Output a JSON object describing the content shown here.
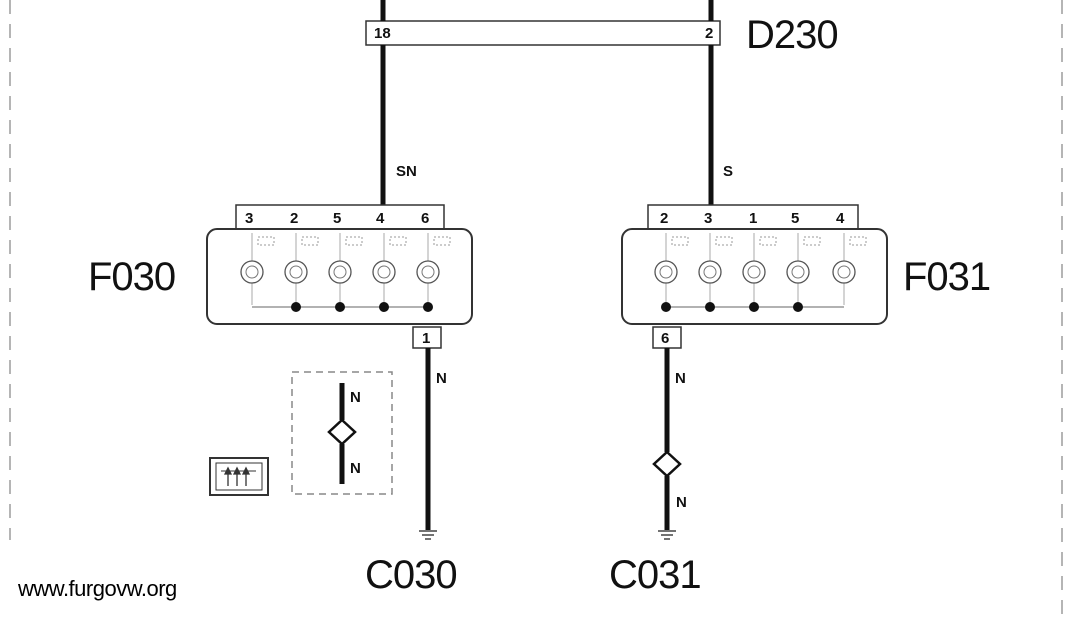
{
  "diagram": {
    "connector_top": {
      "id": "D230",
      "pin_left": "18",
      "pin_right": "2"
    },
    "wire_left_color": "SN",
    "wire_right_color": "S",
    "connector_left": {
      "id": "F030",
      "pins": [
        "3",
        "2",
        "5",
        "4",
        "6"
      ],
      "bottom_pin": "1"
    },
    "connector_right": {
      "id": "F031",
      "pins": [
        "2",
        "3",
        "1",
        "5",
        "4"
      ],
      "bottom_pin": "6"
    },
    "wire_bottom_left": "N",
    "wire_bottom_right_upper": "N",
    "wire_bottom_right_lower": "N",
    "legend_wire_top": "N",
    "legend_wire_bottom": "N",
    "ground_left": "C030",
    "ground_right": "C031"
  },
  "watermark": "www.furgovw.org",
  "colors": {
    "line": "#111111",
    "dash": "#9a9a9a",
    "background": "#ffffff"
  }
}
